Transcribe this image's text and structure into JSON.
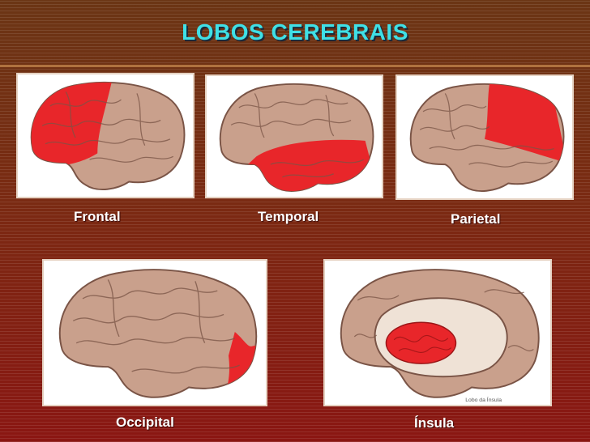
{
  "slide": {
    "title": "LOBOS CEREBRAIS",
    "caption_small": "Lobo da Ínsula"
  },
  "lobes": [
    {
      "label": "Frontal",
      "highlight": "frontal"
    },
    {
      "label": "Temporal",
      "highlight": "temporal"
    },
    {
      "label": "Parietal",
      "highlight": "parietal"
    },
    {
      "label": "Occipital",
      "highlight": "occipital"
    },
    {
      "label": "Ínsula",
      "highlight": "insula"
    }
  ],
  "colors": {
    "title": "#3fe0e6",
    "highlight": "#e8262a",
    "brain": "#c9a08c",
    "brain_dark": "#7a5446",
    "background_top": "#6b3514",
    "background_bottom": "#8a1612"
  }
}
